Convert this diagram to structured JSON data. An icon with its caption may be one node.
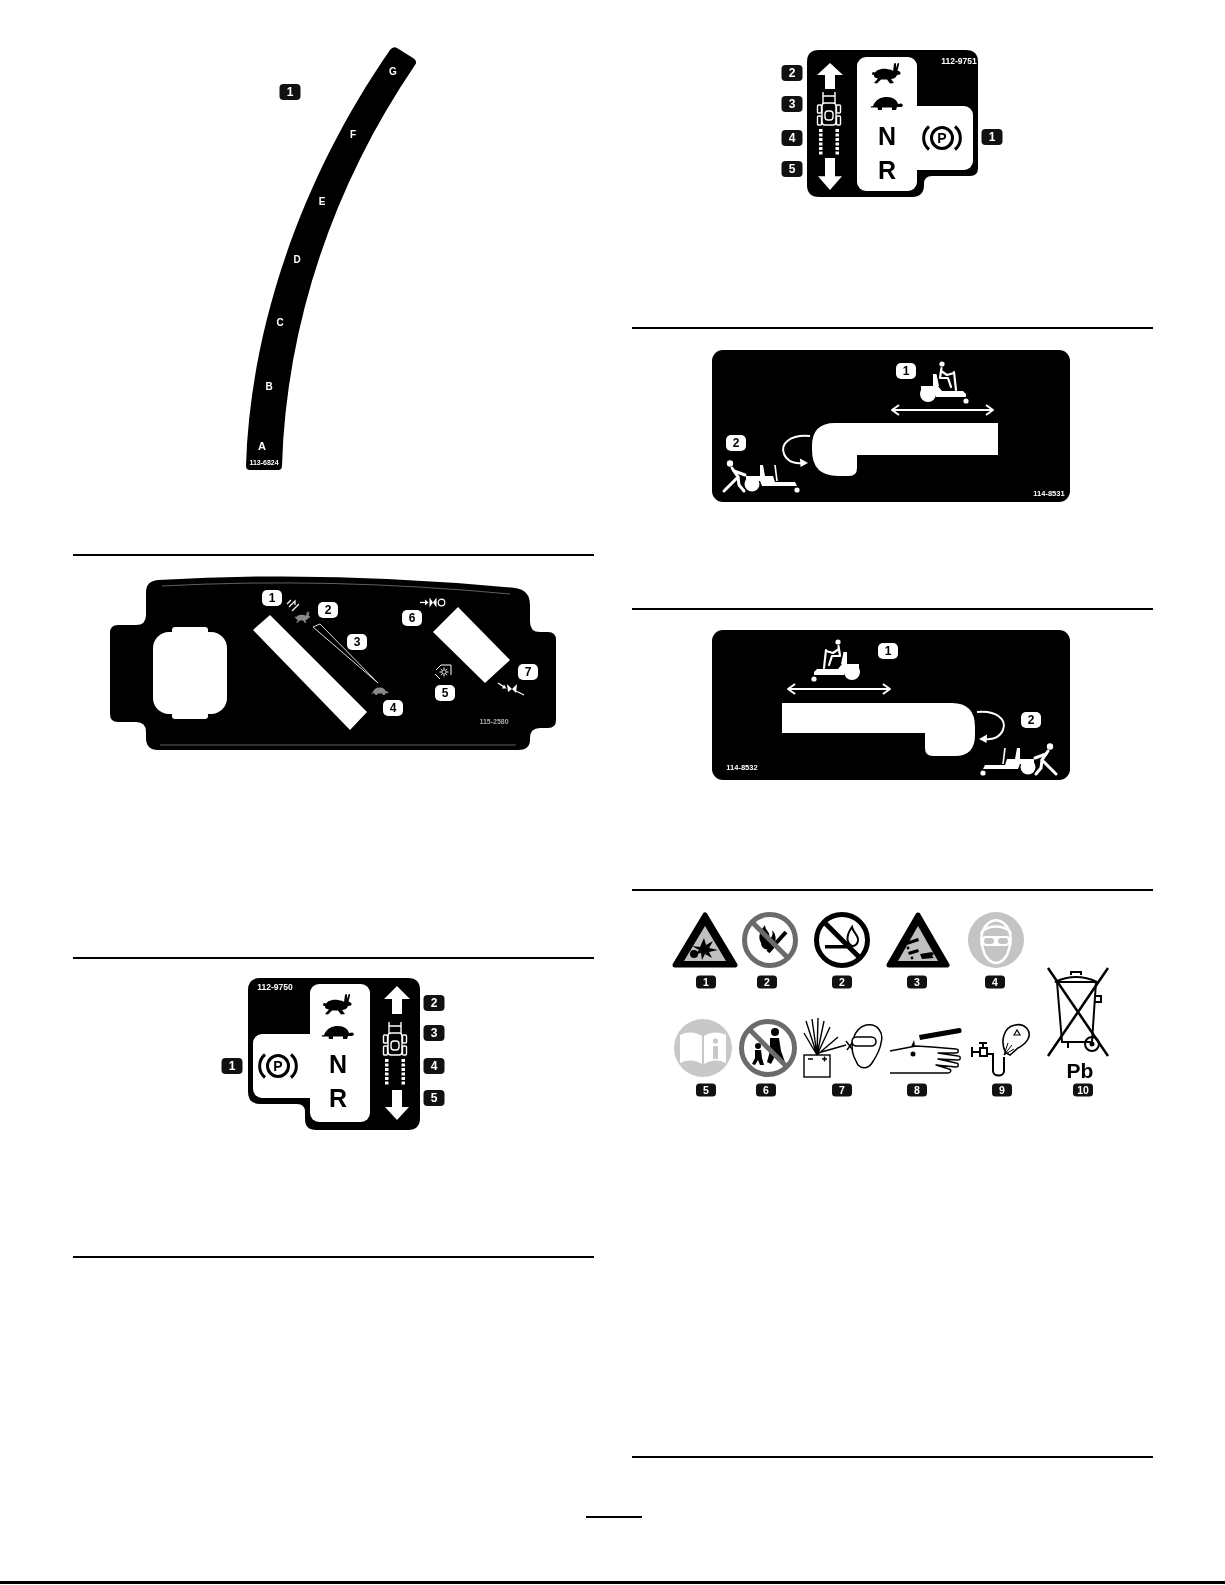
{
  "diagram": {
    "nodes": [
      {
        "text": [
          "G",
          "F",
          "E",
          "D",
          "C",
          "B",
          "A",
          "113-6824"
        ]
      },
      {
        "text": [
          "115-2580"
        ]
      },
      {
        "text": [
          "112-9750",
          "P",
          "N",
          "R"
        ]
      },
      {
        "text": [
          "112-9751",
          "N",
          "P",
          "R"
        ]
      },
      {
        "text": [
          "114-8531"
        ]
      },
      {
        "text": [
          "114-8532"
        ]
      },
      {
        "text": [],
        "shape": "box",
        "in": 4
      },
      {
        "text": [],
        "shape": "box",
        "in": 5
      }
    ],
    "labels": [
      "1",
      "1",
      "2",
      "3",
      "4",
      "5",
      "6",
      "7",
      "1",
      "2",
      "3",
      "4",
      "5",
      "1",
      "2",
      "3",
      "4",
      "5",
      "1",
      "2",
      "1",
      "2",
      "1",
      "2",
      "2",
      "3",
      "4",
      "Pb",
      "5",
      "6",
      "7",
      "8",
      "9",
      "10"
    ]
  }
}
